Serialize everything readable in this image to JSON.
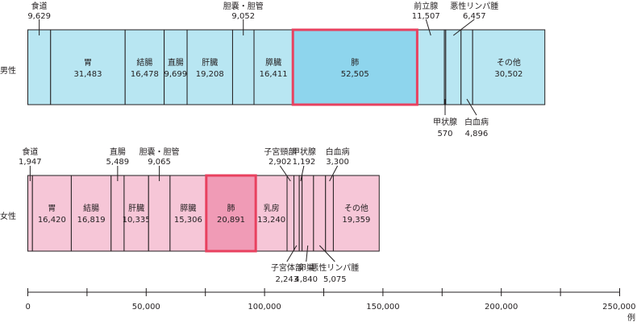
{
  "chart_data": {
    "type": "bar",
    "orientation": "horizontal-stacked",
    "unit": "例",
    "xlim": [
      0,
      250000
    ],
    "x_ticks": [
      0,
      50000,
      100000,
      150000,
      200000,
      250000
    ],
    "x_tick_labels": [
      "0",
      "50,000",
      "100,000",
      "150,000",
      "200,000",
      "250,000"
    ],
    "highlight_segment": "肺",
    "series": [
      {
        "name": "男性",
        "color": "#b8e6f2",
        "highlight_color": "#8ed5ed",
        "segments": [
          {
            "label": "食道",
            "value": 9629,
            "value_text": "9,629",
            "label_pos": "above"
          },
          {
            "label": "胃",
            "value": 31483,
            "value_text": "31,483",
            "label_pos": "inside"
          },
          {
            "label": "結腸",
            "value": 16478,
            "value_text": "16,478",
            "label_pos": "inside"
          },
          {
            "label": "直腸",
            "value": 9699,
            "value_text": "9,699",
            "label_pos": "inside"
          },
          {
            "label": "肝臓",
            "value": 19208,
            "value_text": "19,208",
            "label_pos": "inside"
          },
          {
            "label": "胆嚢・胆管",
            "value": 9052,
            "value_text": "9,052",
            "label_pos": "above"
          },
          {
            "label": "膵臓",
            "value": 16411,
            "value_text": "16,411",
            "label_pos": "inside"
          },
          {
            "label": "肺",
            "value": 52505,
            "value_text": "52,505",
            "label_pos": "inside"
          },
          {
            "label": "前立腺",
            "value": 11507,
            "value_text": "11,507",
            "label_pos": "above"
          },
          {
            "label": "甲状腺",
            "value": 570,
            "value_text": "570",
            "label_pos": "below"
          },
          {
            "label": "悪性リンパ腫",
            "value": 6457,
            "value_text": "6,457",
            "label_pos": "above"
          },
          {
            "label": "白血病",
            "value": 4896,
            "value_text": "4,896",
            "label_pos": "below"
          },
          {
            "label": "その他",
            "value": 30502,
            "value_text": "30,502",
            "label_pos": "inside"
          }
        ]
      },
      {
        "name": "女性",
        "color": "#f6c6d7",
        "highlight_color": "#f09bb6",
        "segments": [
          {
            "label": "食道",
            "value": 1947,
            "value_text": "1,947",
            "label_pos": "above"
          },
          {
            "label": "胃",
            "value": 16420,
            "value_text": "16,420",
            "label_pos": "inside"
          },
          {
            "label": "結腸",
            "value": 16819,
            "value_text": "16,819",
            "label_pos": "inside"
          },
          {
            "label": "直腸",
            "value": 5489,
            "value_text": "5,489",
            "label_pos": "above"
          },
          {
            "label": "肝臓",
            "value": 10335,
            "value_text": "10,335",
            "label_pos": "inside"
          },
          {
            "label": "胆嚢・胆管",
            "value": 9065,
            "value_text": "9,065",
            "label_pos": "above"
          },
          {
            "label": "膵臓",
            "value": 15306,
            "value_text": "15,306",
            "label_pos": "inside"
          },
          {
            "label": "肺",
            "value": 20891,
            "value_text": "20,891",
            "label_pos": "inside"
          },
          {
            "label": "乳房",
            "value": 13240,
            "value_text": "13,240",
            "label_pos": "inside"
          },
          {
            "label": "子宮頸部",
            "value": 2902,
            "value_text": "2,902",
            "label_pos": "above"
          },
          {
            "label": "子宮体部",
            "value": 2243,
            "value_text": "2,243",
            "label_pos": "below"
          },
          {
            "label": "甲状腺",
            "value": 1192,
            "value_text": "1,192",
            "label_pos": "above"
          },
          {
            "label": "卵巣",
            "value": 4840,
            "value_text": "4,840",
            "label_pos": "below"
          },
          {
            "label": "悪性リンパ腫",
            "value": 5075,
            "value_text": "5,075",
            "label_pos": "below"
          },
          {
            "label": "白血病",
            "value": 3300,
            "value_text": "3,300",
            "label_pos": "above"
          },
          {
            "label": "その他",
            "value": 19359,
            "value_text": "19,359",
            "label_pos": "inside"
          }
        ]
      }
    ]
  }
}
